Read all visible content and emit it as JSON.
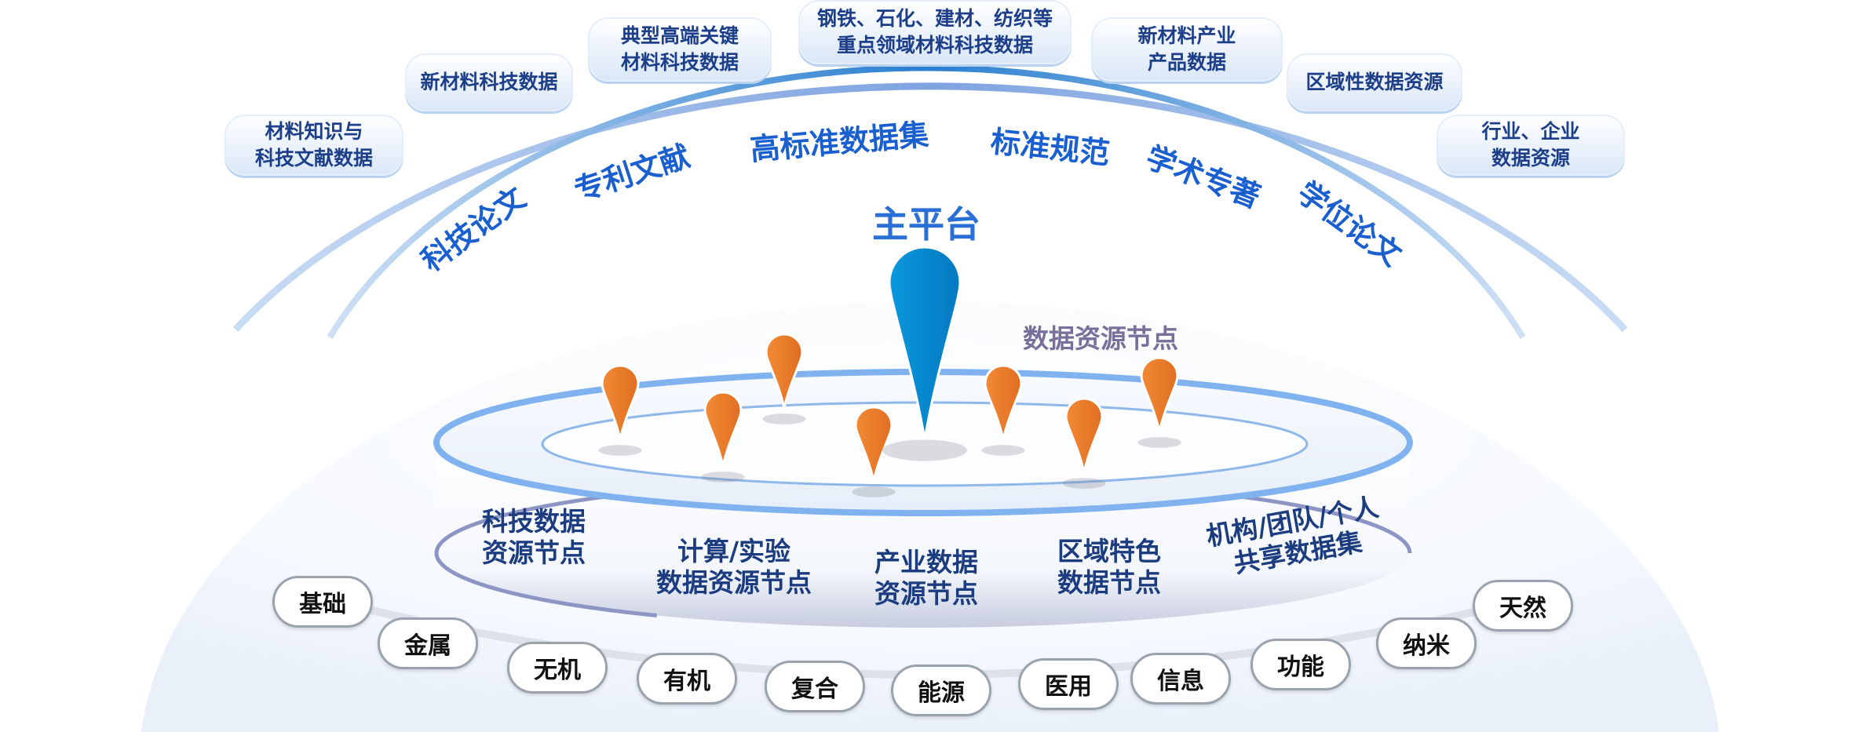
{
  "top_boxes": [
    {
      "lines": [
        "材料知识与",
        "科技文献数据"
      ]
    },
    {
      "lines": [
        "新材料科技数据"
      ]
    },
    {
      "lines": [
        "典型高端关键",
        "材料科技数据"
      ]
    },
    {
      "lines": [
        "钢铁、石化、建材、纺织等",
        "重点领域材料科技数据"
      ]
    },
    {
      "lines": [
        "新材料产业",
        "产品数据"
      ]
    },
    {
      "lines": [
        "区域性数据资源"
      ]
    },
    {
      "lines": [
        "行业、企业",
        "数据资源"
      ]
    }
  ],
  "ring_labels": [
    "科技论文",
    "专利文献",
    "高标准数据集",
    "标准规范",
    "学术专著",
    "学位论文"
  ],
  "main_platform": "主平台",
  "resource_nodes_label": "数据资源节点",
  "node_labels": [
    {
      "lines": [
        "科技数据",
        "资源节点"
      ]
    },
    {
      "lines": [
        "计算/实验",
        "数据资源节点"
      ]
    },
    {
      "lines": [
        "产业数据",
        "资源节点"
      ]
    },
    {
      "lines": [
        "区域特色",
        "数据节点"
      ]
    },
    {
      "lines": [
        "机构/团队/个人",
        "共享数据集"
      ]
    }
  ],
  "categories": [
    "基础",
    "金属",
    "无机",
    "有机",
    "复合",
    "能源",
    "医用",
    "信息",
    "功能",
    "纳米",
    "天然"
  ],
  "colors": {
    "main_pin": "#0a98dc",
    "node_pin": "#ee7d2e",
    "ring_text": "#1a5fd0",
    "box_text": "#1d3f8a"
  }
}
